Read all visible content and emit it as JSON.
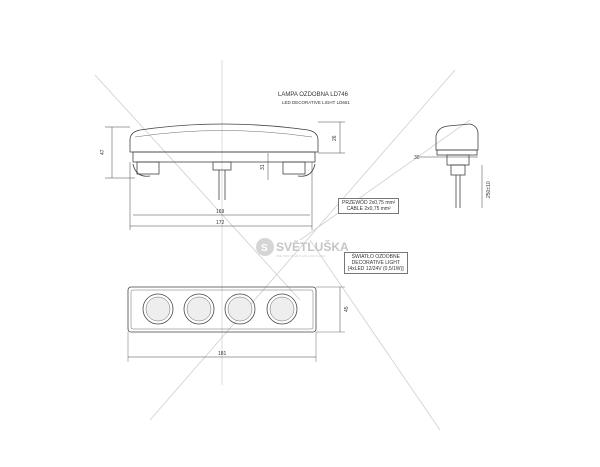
{
  "title": {
    "line1": "LAMPA OZDOBNA LD746",
    "line2": "LED DECORATIVE LIGHT LD651"
  },
  "logo": {
    "text": "SVĚTLUŠKA",
    "subtitle": "VŠE PRO OSVĚTLENÍ A INSTALACI"
  },
  "cable_label": {
    "line1": "PRZEWÓD 2x0,75 mm²",
    "line2": "CABLE 2x0,75 mm²"
  },
  "light_label": {
    "line1": "ŚWIATŁO OZDOBNE",
    "line2": "DECORATIVE LIGHT",
    "line3": "[4xLED 12/24V (0,5/1W)]"
  },
  "dimensions": {
    "side_height": "47",
    "top_height": "26",
    "foot_height": "31",
    "inner_width": "169",
    "outer_width": "172",
    "end_width": "30",
    "cable_length": "250±10",
    "top_view_height": "45",
    "top_view_width": "181"
  },
  "colors": {
    "line": "#444444",
    "watermark": "#c8c8c8"
  }
}
